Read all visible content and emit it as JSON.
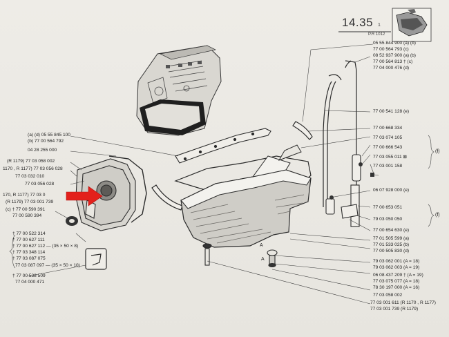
{
  "header": {
    "page_number": "14.35",
    "page_suffix": "1",
    "page_subtitle": "P.R 1012"
  },
  "diagram": {
    "arrow_color": "#e3201b",
    "ink_color": "#2b2b2b",
    "icons": [
      "engine-block-icon",
      "oil-sump-icon",
      "highlight-arrow-icon",
      "sump-thumbnail-icon"
    ]
  },
  "labels_right": [
    {
      "text": "05 55 844 900 (a) (b)"
    },
    {
      "text": "77 00 564 793 (c)"
    },
    {
      "text": "08 52 937 900 (a) (b)"
    },
    {
      "text": "77 00 564 813 † (c)"
    },
    {
      "text": "77 04 000 476 (d)"
    },
    {
      "text": "77 00 541 128 (e)"
    },
    {
      "text": "77 00 668 334"
    },
    {
      "text": "77 03 074 105"
    },
    {
      "text": "77 00 666 543"
    },
    {
      "text": "77 03 055 011 ⊠"
    },
    {
      "text": "77 03 001 158"
    },
    {
      "text": "06 07 928 000 (e)"
    },
    {
      "text": "77 00 653 051"
    },
    {
      "text": "79 03 050 050"
    },
    {
      "text": "77 00 654 630 (e)"
    },
    {
      "text": "77 01 505 599 (a)"
    },
    {
      "text": "77 01 533 025 (b)"
    },
    {
      "text": "77 00 505 830 (d)"
    },
    {
      "text": "79 03 062 001 (A = 18)"
    },
    {
      "text": "79 03 062 003 (A = 19)"
    },
    {
      "text": "06 08 437 209 † (A = 19)"
    },
    {
      "text": "77 03 075 077 (A = 18)"
    },
    {
      "text": "78 30 197 000 (A = 16)"
    },
    {
      "text": "77 03 058 002"
    },
    {
      "text": "77 03 001 611 (R 1170 , R 1177)"
    },
    {
      "text": "77 03 001 739 (R 1179)"
    }
  ],
  "labels_left": [
    {
      "text": "(a) (d) 05 55 845 100"
    },
    {
      "text": "(b) 77 00 564 792"
    },
    {
      "text": "04 28 255 000"
    },
    {
      "text": "(R 1179) 77 03 058 002"
    },
    {
      "text": "1170 , R 1177) 77 03 056 028"
    },
    {
      "text": "77 03 032 010"
    },
    {
      "text": "77 03 056 028"
    },
    {
      "text": "170, R 1177) 77 03 0"
    },
    {
      "text": "(R 1179) 77 03 001 739"
    },
    {
      "text": "(c) † 77 00 590 391"
    },
    {
      "text": "77 00 590 394"
    },
    {
      "text": "† 77 00 522 314"
    },
    {
      "text": "† 77 00 627 111"
    },
    {
      "text": "† 77 00 627 112 — (35 × 50 × 8)"
    },
    {
      "text": "† 77 03 348 114"
    },
    {
      "text": "† 77 03 087 075"
    },
    {
      "text": "77 03 087 097 — (35 × 50 × 10)"
    },
    {
      "text": "† 77 00 538 509"
    },
    {
      "text": "77 04 000 471"
    }
  ],
  "brace_letters": {
    "f": "(f)",
    "a": "A"
  }
}
